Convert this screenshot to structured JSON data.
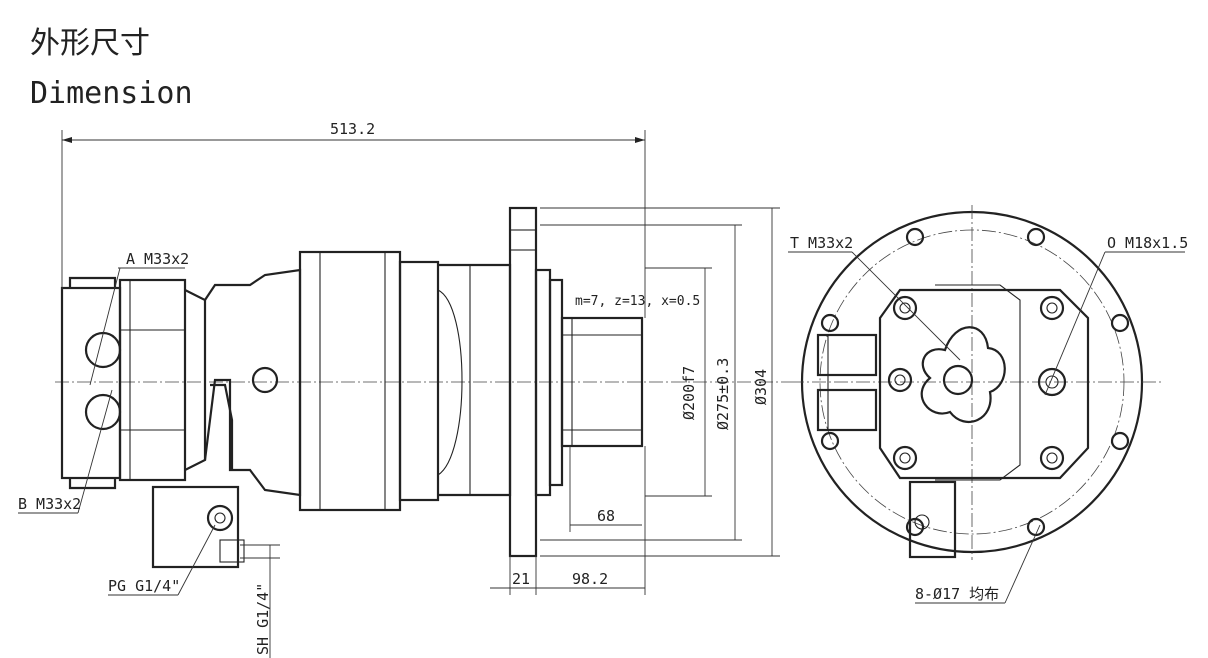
{
  "heading": {
    "cn": "外形尺寸",
    "en": "Dimension"
  },
  "dimensions": {
    "overall_length": "513.2",
    "flange_thickness": "21",
    "shaft_length": "98.2",
    "spline_length": "68",
    "pilot_diameter": "Ø200f7",
    "bolt_circle": "Ø275±0.3",
    "flange_diameter": "Ø304",
    "gear_spec": "m=7, z=13, x=0.5"
  },
  "ports": {
    "a": "A M33x2",
    "b": "B M33x2",
    "pg": "PG G1/4\"",
    "sh": "SH G1/4\"",
    "t": "T M33x2",
    "o": "O M18x1.5",
    "holes": "8-Ø17 均布"
  }
}
